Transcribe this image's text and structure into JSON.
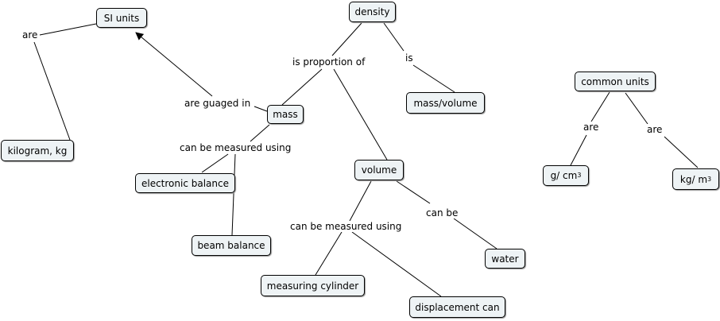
{
  "concepts": {
    "si_units": "SI units",
    "density": "density",
    "kilogram": "kilogram, kg",
    "mass": "mass",
    "mass_volume": "mass/volume",
    "common_units": "common units",
    "electronic_balance": "electronic balance",
    "volume": "volume",
    "g_cm_base": "g/ cm",
    "kg_m_base": "kg/ m",
    "cube_exp": "3",
    "beam_balance": "beam balance",
    "water": "water",
    "measuring_cylinder": "measuring cylinder",
    "displacement_can": "displacement can"
  },
  "links": {
    "are_1": "are",
    "is_proportion_of": "is proportion of",
    "is": "is",
    "are_guaged_in": "are guaged in",
    "are_2": "are",
    "are_3": "are",
    "can_be_measured_using_1": "can be measured using",
    "can_be": "can be",
    "can_be_measured_using_2": "can be measured using"
  }
}
